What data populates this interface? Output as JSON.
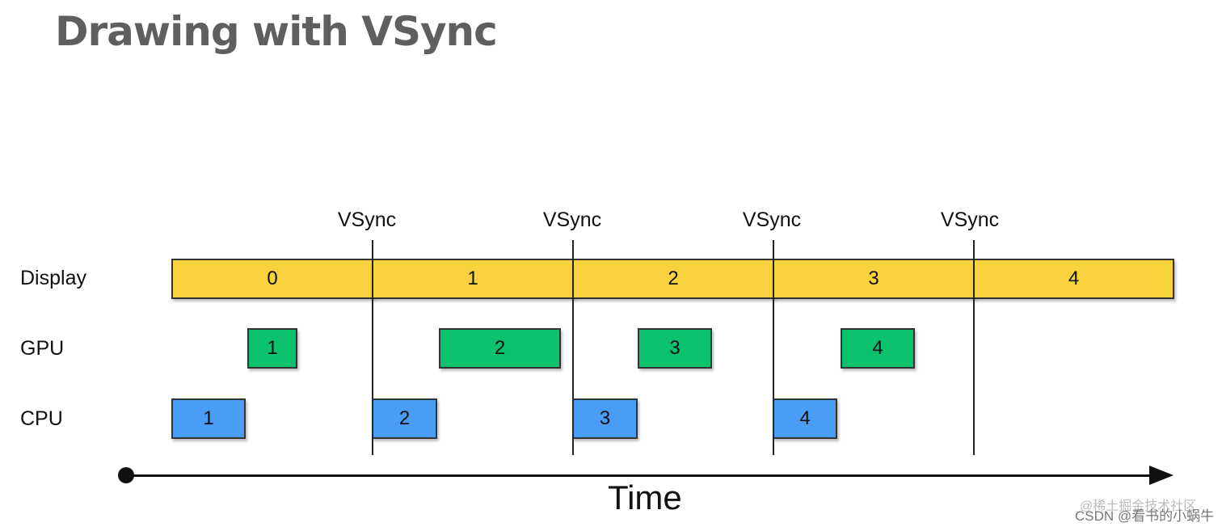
{
  "title": "Drawing with VSync",
  "rows": {
    "display": "Display",
    "gpu": "GPU",
    "cpu": "CPU"
  },
  "vsync": [
    "VSync",
    "VSync",
    "VSync",
    "VSync"
  ],
  "display_frames": [
    "0",
    "1",
    "2",
    "3",
    "4"
  ],
  "gpu_frames": [
    "1",
    "2",
    "3",
    "4"
  ],
  "cpu_frames": [
    "1",
    "2",
    "3",
    "4"
  ],
  "axis": {
    "label": "Time"
  },
  "watermarks": {
    "line1": "@稀土掘金技术社区",
    "line2": "CSDN @看书的小蜗牛"
  },
  "colors": {
    "display": "#f8d33d",
    "gpu": "#0cc16e",
    "cpu": "#4a9cf5"
  }
}
